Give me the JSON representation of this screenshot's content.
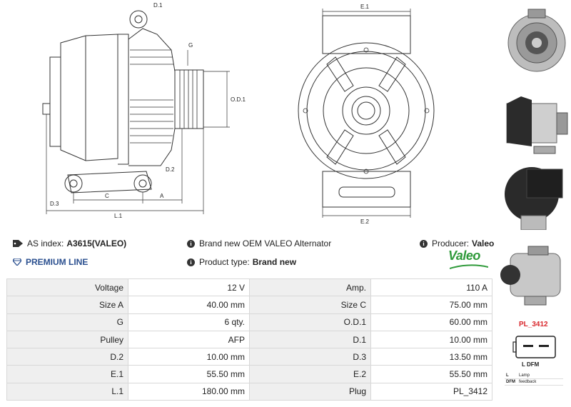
{
  "drawing_labels": {
    "d1": "D.1",
    "d2": "D.2",
    "d3": "D.3",
    "g": "G",
    "od1": "O.D.1",
    "c": "C",
    "a": "A",
    "l1": "L.1",
    "e1": "E.1",
    "e2": "E.2"
  },
  "info": {
    "as_index_label": "AS index:",
    "as_index_value": "A3615(VALEO)",
    "description": "Brand new OEM VALEO Alternator",
    "producer_label": "Producer:",
    "producer_value": "Valeo",
    "premium_line": "PREMIUM LINE",
    "product_type_label": "Product type:",
    "product_type_value": "Brand new",
    "brand_logo_text": "Valeo"
  },
  "specs": [
    [
      "Voltage",
      "12 V",
      "Amp.",
      "110 A"
    ],
    [
      "Size A",
      "40.00 mm",
      "Size C",
      "75.00 mm"
    ],
    [
      "G",
      "6 qty.",
      "O.D.1",
      "60.00 mm"
    ],
    [
      "Pulley",
      "AFP",
      "D.1",
      "10.00 mm"
    ],
    [
      "D.2",
      "10.00 mm",
      "D.3",
      "13.50 mm"
    ],
    [
      "E.1",
      "55.50 mm",
      "E.2",
      "55.50 mm"
    ],
    [
      "L.1",
      "180.00 mm",
      "Plug",
      "PL_3412"
    ]
  ],
  "plug": {
    "code": "PL_3412",
    "connector_label": "L DFM",
    "legend": [
      {
        "key": "L",
        "value": "Lamp"
      },
      {
        "key": "DFM",
        "value": "feedback"
      }
    ]
  },
  "colors": {
    "premium_blue": "#2a4f8f",
    "valeo_green": "#2f9a3a",
    "plug_red": "#d9262b",
    "label_cell_bg": "#efefef"
  }
}
